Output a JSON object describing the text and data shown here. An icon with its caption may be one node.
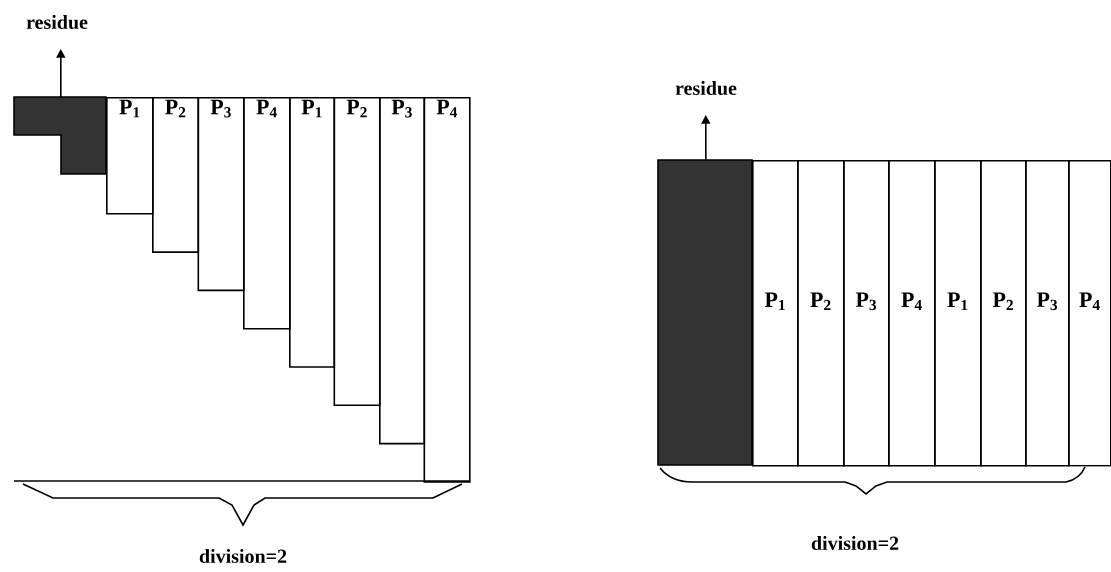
{
  "diagram": {
    "nodes": [
      {
        "text": [
          "residue"
        ]
      },
      {
        "text": [],
        "shape": "box"
      },
      {
        "text": [
          "P$_{1}$"
        ]
      },
      {
        "text": [
          "P$_{2}$"
        ]
      },
      {
        "text": [
          "P$_{3}$"
        ]
      },
      {
        "text": [
          "P$_{4}$"
        ]
      },
      {
        "text": [
          "P$_{1}$"
        ]
      },
      {
        "text": [
          "P$_{2}$"
        ]
      },
      {
        "text": [
          "P$_{3}$"
        ]
      },
      {
        "text": [
          "P$_{4}$"
        ]
      },
      {
        "text": [
          "residue"
        ]
      },
      {
        "text": [],
        "shape": "box"
      },
      {
        "text": [
          "P$_{1}$"
        ]
      },
      {
        "text": [
          "P$_{2}$"
        ]
      },
      {
        "text": [
          "P$_{3}$"
        ]
      },
      {
        "text": [
          "P$_{4}$"
        ]
      },
      {
        "text": [
          "P$_{1}$"
        ]
      },
      {
        "text": [
          "P$_{2}$"
        ]
      },
      {
        "text": [
          "P$_{3}$"
        ]
      },
      {
        "text": [
          "P$_{4}$"
        ]
      }
    ],
    "edges": [
      {
        "from": 1,
        "to": 0,
        "arrow": "to"
      },
      {
        "from": 11,
        "to": 10,
        "arrow": "to"
      }
    ],
    "labels": [
      "division=2",
      "division=2"
    ]
  }
}
